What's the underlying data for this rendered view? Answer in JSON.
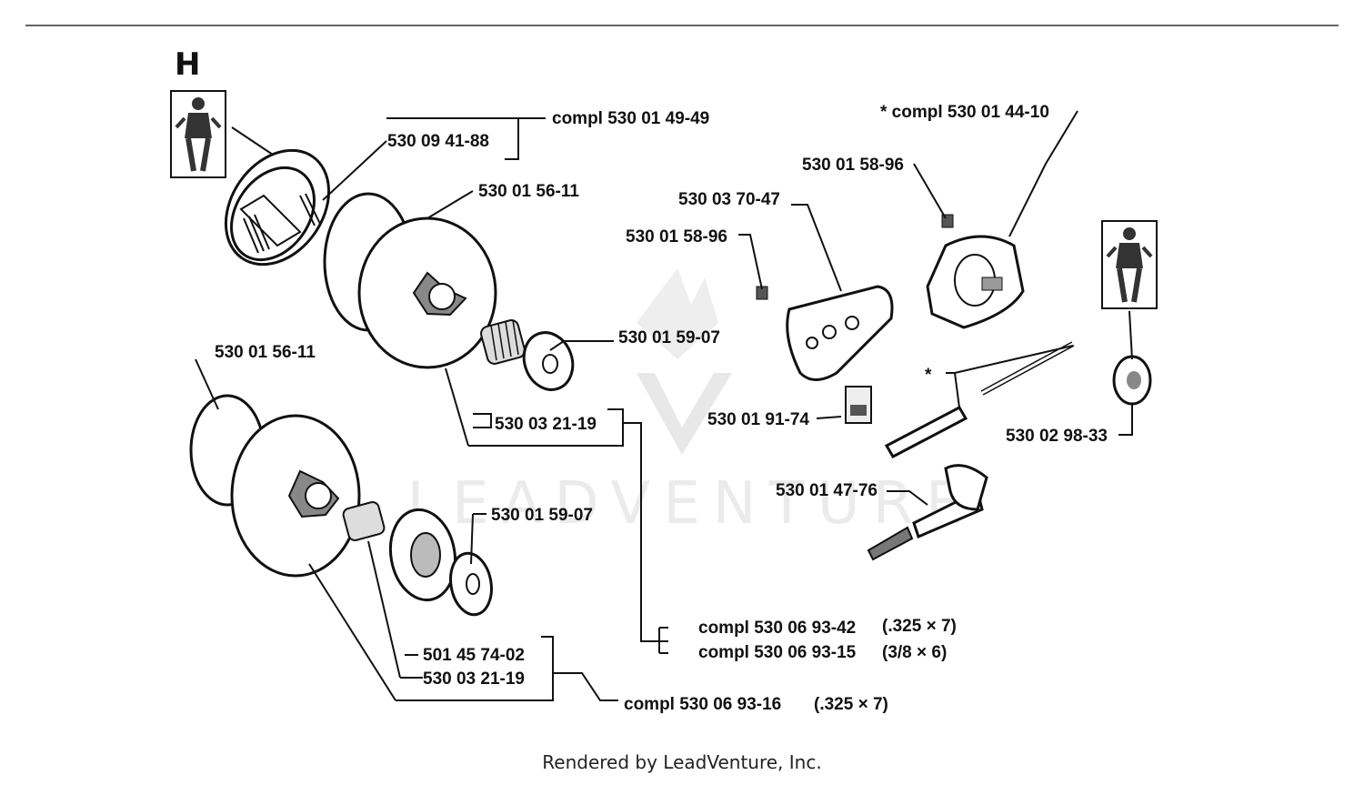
{
  "section_letter": "H",
  "watermark": "LEADVENTURE",
  "footer": "Rendered by LeadVenture, Inc.",
  "labels": {
    "compl_530_01_49_49": "compl 530 01 49-49",
    "p530_09_41_88": "530 09 41-88",
    "p530_01_56_11_top": "530 01 56-11",
    "p530_01_59_07_top": "530 01 59-07",
    "p530_03_21_19_top": "530 03 21-19",
    "p530_01_56_11_low": "530 01 56-11",
    "p530_01_59_07_low": "530 01 59-07",
    "p501_45_74_02": "501 45 74-02",
    "p530_03_21_19_low": "530 03 21-19",
    "compl_530_06_93_42": "compl 530 06 93-42",
    "size_325x7_a": "(.325 × 7)",
    "compl_530_06_93_15": "compl 530 06 93-15",
    "size_38x6": "(3/8 × 6)",
    "compl_530_06_93_16": "compl 530 06 93-16",
    "size_325x7_b": "(.325 × 7)",
    "star_compl_530_01_44_10": "*  compl 530 01 44-10",
    "p530_01_58_96_a": "530 01 58-96",
    "p530_03_70_47": "530 03 70-47",
    "p530_01_58_96_b": "530 01 58-96",
    "p530_01_91_74": "530 01 91-74",
    "star": "*",
    "p530_02_98_33": "530 02 98-33",
    "p530_01_47_76": "530 01 47-76"
  }
}
